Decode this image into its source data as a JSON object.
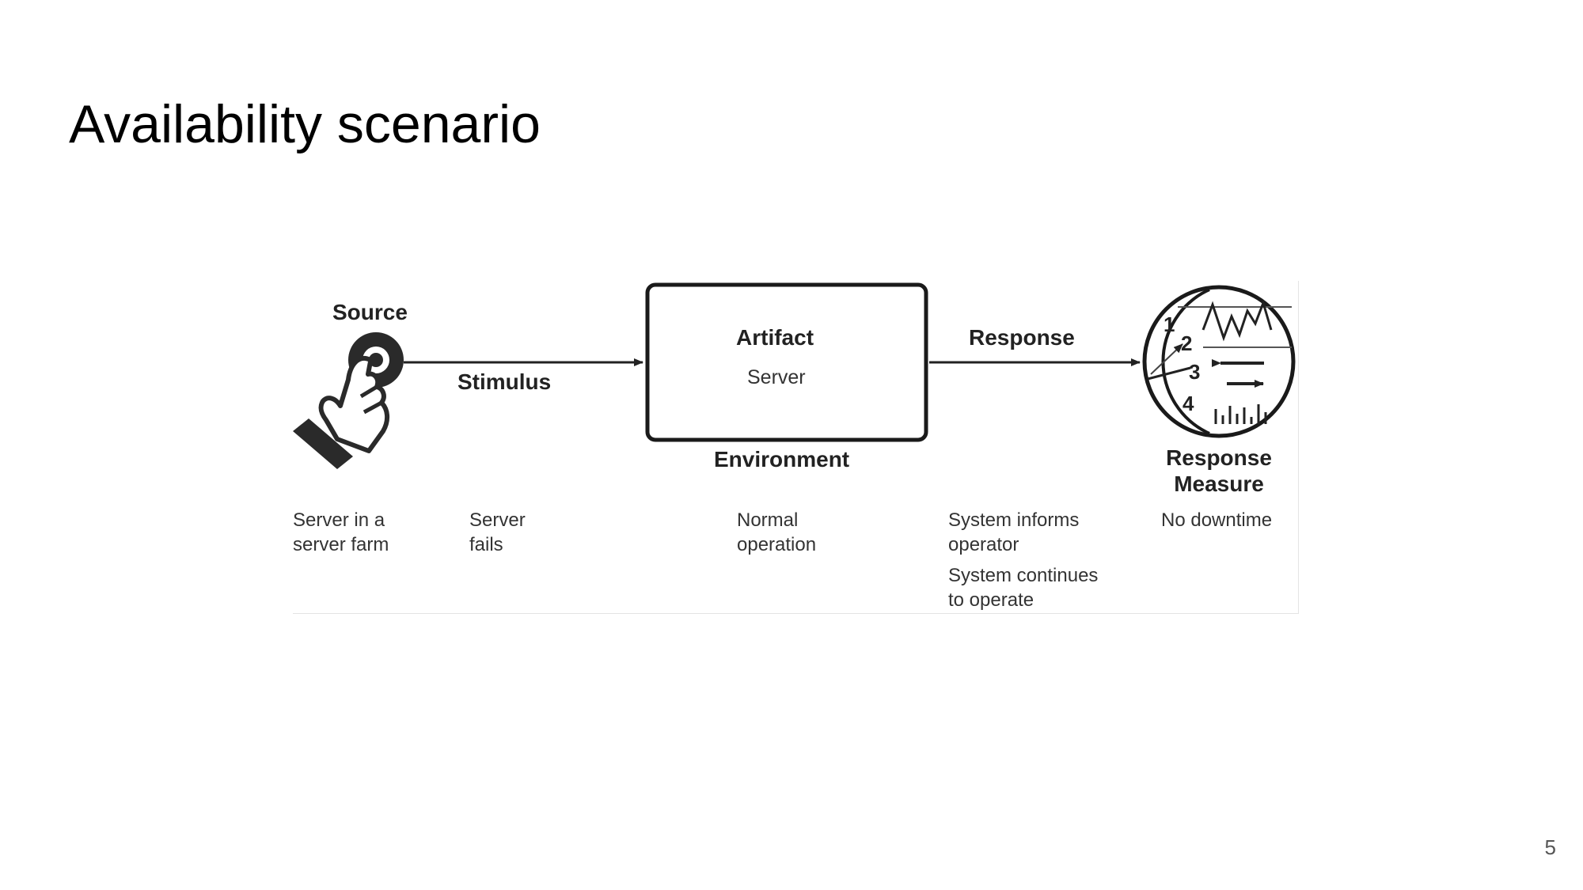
{
  "slide": {
    "title": "Availability scenario",
    "page_number": "5"
  },
  "diagram": {
    "source_label": "Source",
    "stimulus_label": "Stimulus",
    "artifact_label": "Artifact",
    "artifact_value": "Server",
    "environment_label": "Environment",
    "response_label": "Response",
    "response_measure_label_1": "Response",
    "response_measure_label_2": "Measure",
    "gauge_numbers": [
      "1",
      "2",
      "3",
      "4"
    ],
    "icons": {
      "source": "pointing-hand-icon",
      "response_measure": "measurement-gauge-icon"
    }
  },
  "details": {
    "source": [
      "Server in a",
      "server farm"
    ],
    "stimulus": [
      "Server",
      "fails"
    ],
    "environment": [
      "Normal",
      "operation"
    ],
    "response_1": [
      "System informs",
      "operator"
    ],
    "response_2": [
      "System continues",
      "to operate"
    ],
    "response_measure": "No downtime"
  }
}
